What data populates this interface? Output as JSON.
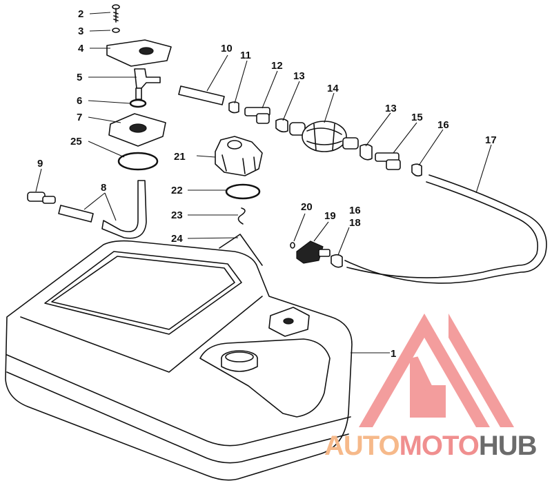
{
  "diagram": {
    "labels": {
      "l1": "1",
      "l2": "2",
      "l3": "3",
      "l4": "4",
      "l5": "5",
      "l6": "6",
      "l7": "7",
      "l8": "8",
      "l9": "9",
      "l10": "10",
      "l11": "11",
      "l12": "12",
      "l13a": "13",
      "l13b": "13",
      "l14": "14",
      "l15": "15",
      "l16a": "16",
      "l16b": "16",
      "l17": "17",
      "l18": "18",
      "l19": "19",
      "l20": "20",
      "l21": "21",
      "l22": "22",
      "l23": "23",
      "l24": "24",
      "l25": "25"
    }
  },
  "watermark": {
    "part1": "AUTO",
    "part2": "MOTO",
    "part3": "HUB",
    "color_light": "#f6b98a",
    "color_mid": "#f08f8f",
    "color_dark": "#6b6b6b",
    "logo_color": "#f28c8c"
  }
}
